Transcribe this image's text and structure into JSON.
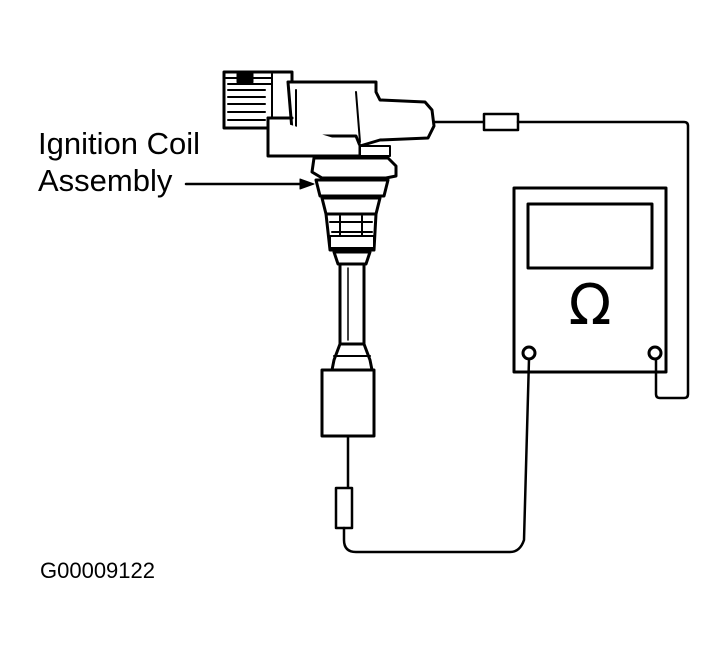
{
  "callout": {
    "line1": "Ignition Coil",
    "line2": "Assembly"
  },
  "meter": {
    "symbol": "Ω",
    "icon": "ohmmeter-icon"
  },
  "figure_id": "G00009122",
  "colors": {
    "line": "#000000",
    "background": "#ffffff"
  }
}
